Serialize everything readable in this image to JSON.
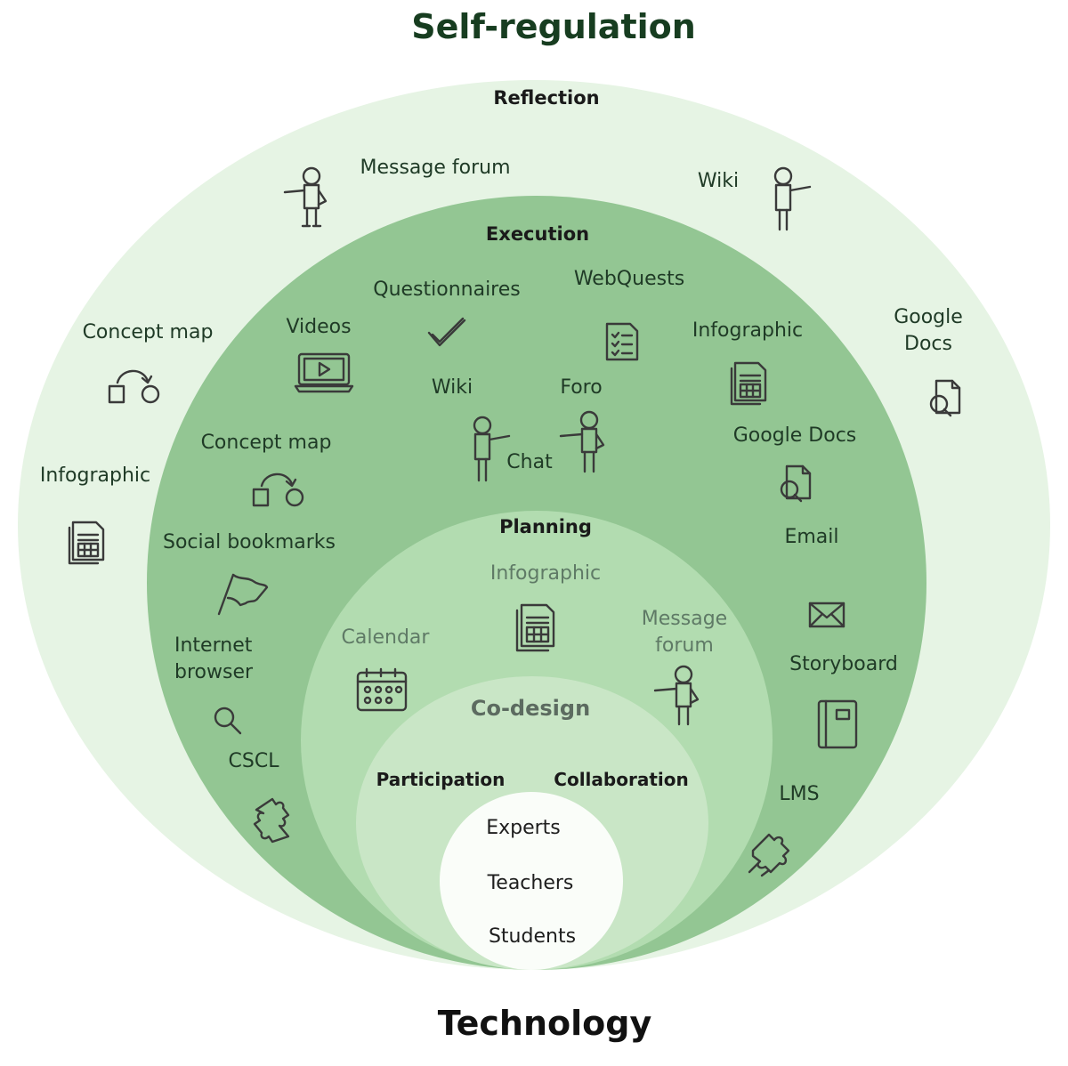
{
  "title": "Self-regulation",
  "bottom_title": "Technology",
  "rings": {
    "reflection": {
      "label": "Reflection",
      "items": {
        "message_forum": "Message forum",
        "wiki": "Wiki",
        "concept_map": "Concept map",
        "google_docs": "Google\nDocs",
        "infographic": "Infographic"
      }
    },
    "execution": {
      "label": "Execution",
      "items": {
        "questionnaires": "Questionnaires",
        "webquests": "WebQuests",
        "videos": "Videos",
        "infographic": "Infographic",
        "wiki": "Wiki",
        "foro": "Foro",
        "chat": "Chat",
        "concept_map": "Concept map",
        "google_docs": "Google Docs",
        "social_bookmarks": "Social bookmarks",
        "email": "Email",
        "internet_browser": "Internet\nbrowser",
        "storyboard": "Storyboard",
        "cscl": "CSCL",
        "lms": "LMS"
      }
    },
    "planning": {
      "label": "Planning",
      "items": {
        "infographic": "Infographic",
        "calendar": "Calendar",
        "message_forum": "Message\nforum"
      }
    },
    "codesign": {
      "label": "Co-design",
      "participation": "Participation",
      "collaboration": "Collaboration"
    },
    "core": {
      "experts": "Experts",
      "teachers": "Teachers",
      "students": "Students"
    }
  },
  "colors": {
    "reflection": "#e6f4e4",
    "execution": "#93c693",
    "planning": "#b2dcb0",
    "codesign": "#c9e6c6",
    "core": "#fafdf9",
    "title": "#173d20"
  }
}
